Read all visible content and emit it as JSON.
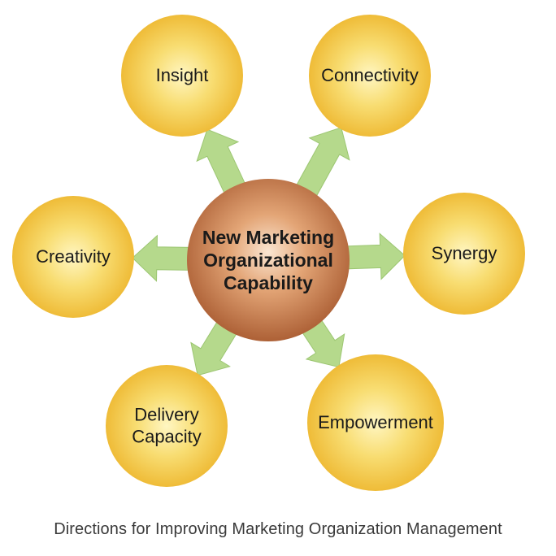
{
  "center": {
    "lines": [
      "New Marketing",
      "Organizational",
      "Capability"
    ],
    "color": "#b86a3a"
  },
  "nodes": [
    {
      "id": "insight",
      "lines": [
        "Insight"
      ]
    },
    {
      "id": "connectivity",
      "lines": [
        "Connectivity"
      ]
    },
    {
      "id": "creativity",
      "lines": [
        "Creativity"
      ]
    },
    {
      "id": "synergy",
      "lines": [
        "Synergy"
      ]
    },
    {
      "id": "delivery-capacity",
      "lines": [
        "Delivery",
        "Capacity"
      ]
    },
    {
      "id": "empowerment",
      "lines": [
        "Empowerment"
      ]
    }
  ],
  "colors": {
    "node": "#f2c23a",
    "node_highlight": "#fff1a8",
    "arrow": "#b5d98c"
  },
  "caption": "Directions for Improving Marketing Organization Management"
}
